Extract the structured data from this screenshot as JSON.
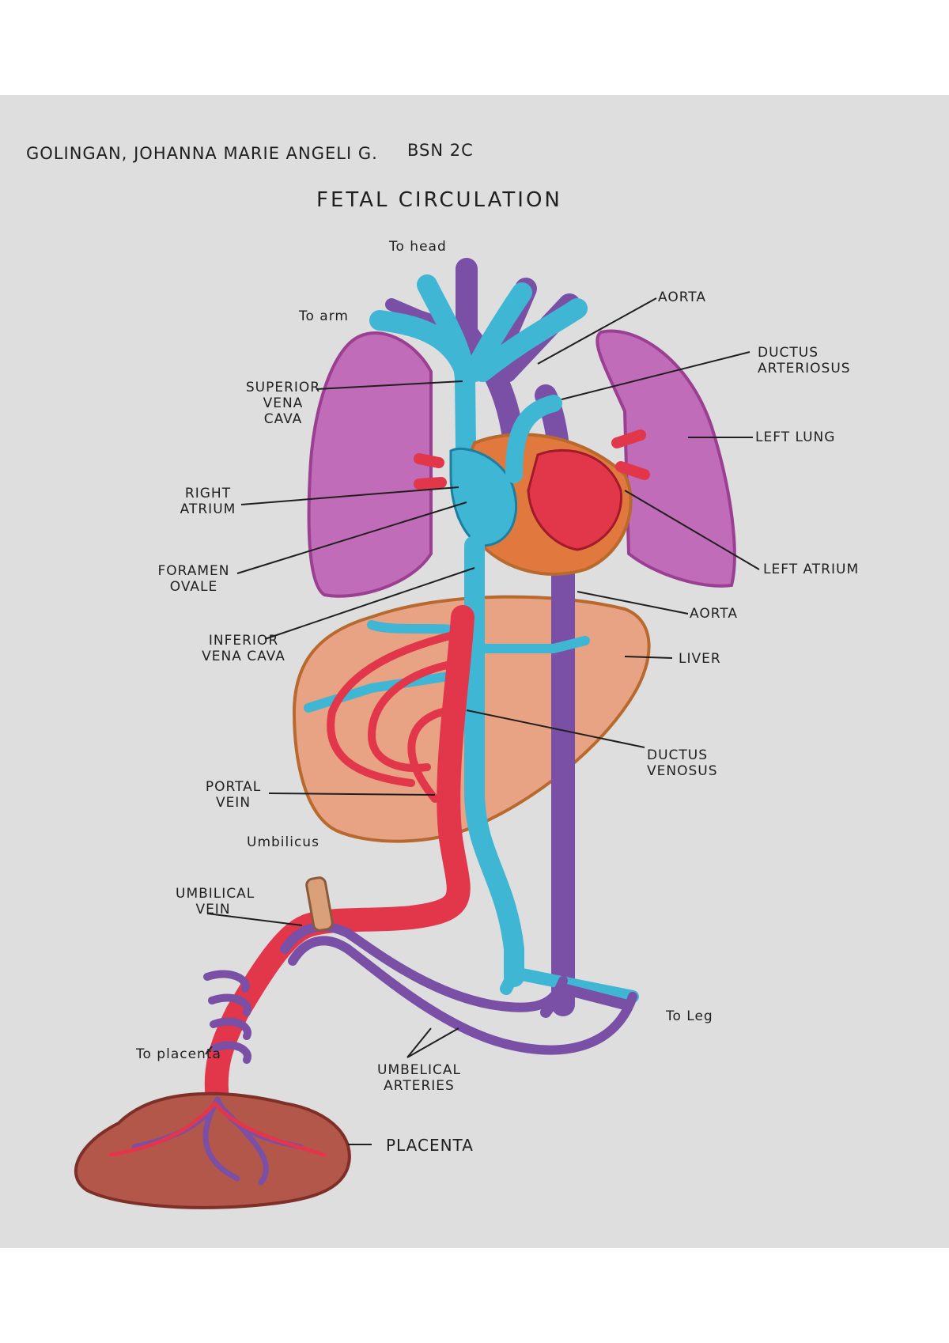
{
  "header": {
    "name": "GOLINGAN, JOHANNA MARIE ANGELI G.",
    "section": "BSN 2C",
    "title": "FETAL  CIRCULATION"
  },
  "labels": {
    "to_head": "To head",
    "to_arm": "To arm",
    "aorta_top": "AORTA",
    "ductus_arteriosus": [
      "DUCTUS",
      "ARTERIOSUS"
    ],
    "superior_vena_cava": [
      "SUPERIOR",
      "VENA",
      "CAVA"
    ],
    "left_lung": "LEFT LUNG",
    "right_atrium": [
      "RIGHT",
      "ATRIUM"
    ],
    "foramen_ovale": [
      "FORAMEN",
      "OVALE"
    ],
    "left_atrium": "LEFT ATRIUM",
    "aorta_mid": "AORTA",
    "inferior_vena_cava": [
      "INFERIOR",
      "VENA CAVA"
    ],
    "liver": "LIVER",
    "ductus_venosus": [
      "DUCTUS",
      "VENOSUS"
    ],
    "portal_vein": [
      "PORTAL",
      "VEIN"
    ],
    "umbilicus": "Umbilicus",
    "umbilical_vein": [
      "UMBILICAL",
      "VEIN"
    ],
    "to_leg": "To Leg",
    "to_placenta": "To placenta",
    "umbilical_arteries": [
      "UMBELICAL",
      "ARTERIES"
    ],
    "placenta": "PLACENTA"
  },
  "colors": {
    "paper": "#dedede",
    "vein_blue": "#3fb6d4",
    "artery_purple": "#7a4fa6",
    "oxygenated_red": "#e2364a",
    "lung": "#b85fb0",
    "liver": "#e8a384",
    "heart": "#e1793f",
    "placenta": "#b4574b"
  }
}
